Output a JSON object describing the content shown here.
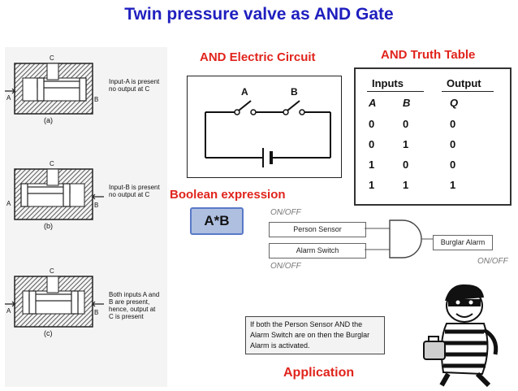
{
  "title": "Twin pressure valve as AND Gate",
  "valve_panel": {
    "diagrams": [
      {
        "port_top": "C",
        "port_left": "A",
        "port_right": "B",
        "caption": "(a)",
        "note": "Input-A is present\nno output at C"
      },
      {
        "port_top": "C",
        "port_left": "A",
        "port_right": "B",
        "caption": "(b)",
        "note": "Input-B is present\nno output at C"
      },
      {
        "port_top": "C",
        "port_left": "A",
        "port_right": "B",
        "caption": "(c)",
        "note": "Both inputs A and\nB are present,\nhence, output at\nC is present"
      }
    ]
  },
  "electric_circuit": {
    "heading": "AND Electric Circuit",
    "switch_a": "A",
    "switch_b": "B"
  },
  "truth_table": {
    "heading": "AND Truth Table",
    "inputs_label": "Inputs",
    "output_label": "Output",
    "columns": [
      "A",
      "B",
      "Q"
    ],
    "rows": [
      [
        "0",
        "0",
        "0"
      ],
      [
        "0",
        "1",
        "0"
      ],
      [
        "1",
        "0",
        "0"
      ],
      [
        "1",
        "1",
        "1"
      ]
    ]
  },
  "boolean": {
    "heading": "Boolean expression",
    "expression": "A*B"
  },
  "application": {
    "on_off_top": "ON/OFF",
    "on_off_bottom": "ON/OFF",
    "on_off_right": "ON/OFF",
    "person_sensor": "Person Sensor",
    "alarm_switch": "Alarm Switch",
    "burglar_alarm": "Burglar Alarm",
    "note": "If both the Person Sensor AND the Alarm Switch are on then the Burglar Alarm is activated.",
    "heading": "Application"
  },
  "colors": {
    "title": "#1f1fbf",
    "heading": "#e0241c",
    "expression_fill": "#aebfe0"
  }
}
